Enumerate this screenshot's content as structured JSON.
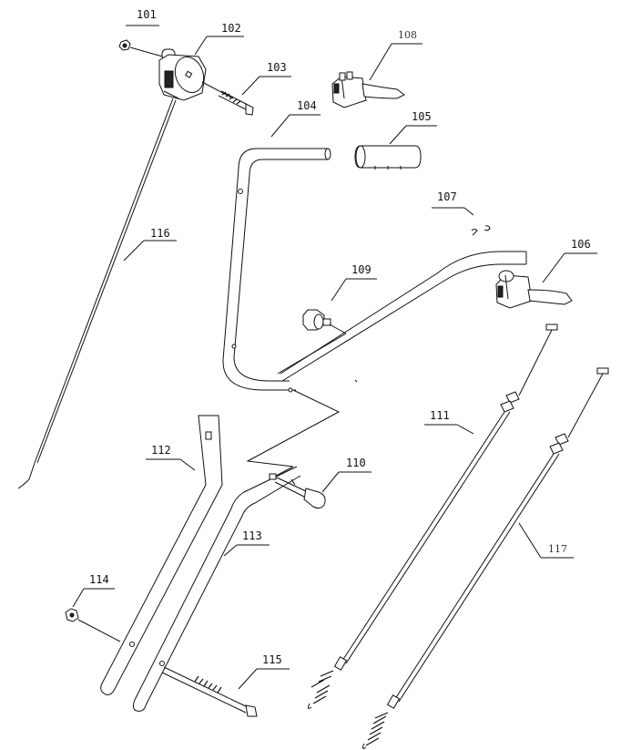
{
  "parts": [
    {
      "id": "101",
      "label": "101"
    },
    {
      "id": "102",
      "label": "102"
    },
    {
      "id": "103",
      "label": "103"
    },
    {
      "id": "104",
      "label": "104"
    },
    {
      "id": "105",
      "label": "105"
    },
    {
      "id": "106",
      "label": "106"
    },
    {
      "id": "107",
      "label": "107"
    },
    {
      "id": "108",
      "label": "108"
    },
    {
      "id": "109",
      "label": "109"
    },
    {
      "id": "110",
      "label": "110"
    },
    {
      "id": "111",
      "label": "111"
    },
    {
      "id": "112",
      "label": "112"
    },
    {
      "id": "113",
      "label": "113"
    },
    {
      "id": "114",
      "label": "114"
    },
    {
      "id": "115",
      "label": "115"
    },
    {
      "id": "116",
      "label": "116"
    },
    {
      "id": "117",
      "label": "117"
    }
  ]
}
